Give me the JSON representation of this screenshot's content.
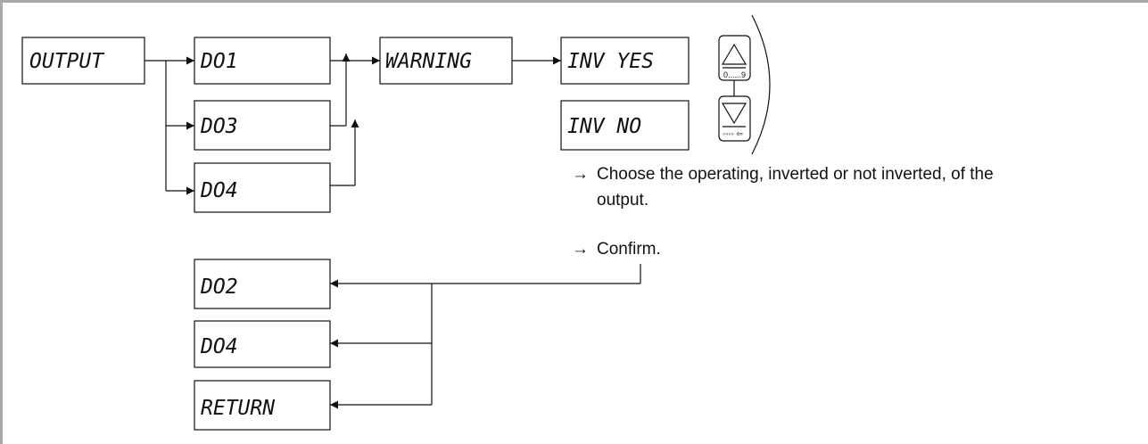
{
  "boxes": {
    "output": "OUTPUT",
    "do1": "DO1",
    "do3": "DO3",
    "do4_top": "DO4",
    "warning": "WARNING",
    "inv_yes": "INV YES",
    "inv_no": "INV NO",
    "do2": "DO2",
    "do4_bottom": "DO4",
    "return": "RETURN"
  },
  "keys": {
    "up_label": "0......9",
    "down_label": "◦◦◦◦ ⇦"
  },
  "notes": {
    "arrow": "→",
    "choose_line1": "Choose the operating, inverted or not inverted, of the",
    "choose_line2": "output.",
    "confirm": "Confirm."
  }
}
